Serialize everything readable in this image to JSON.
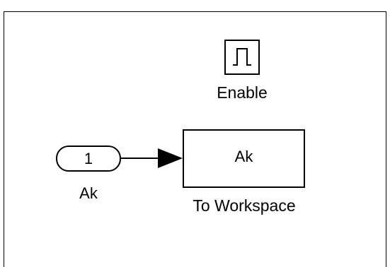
{
  "enable_block": {
    "label": "Enable",
    "icon": "pulse-icon"
  },
  "inport_block": {
    "port_number": "1",
    "label": "Ak"
  },
  "to_workspace_block": {
    "variable": "Ak",
    "label": "To Workspace"
  },
  "colors": {
    "line": "#000000",
    "background": "#ffffff"
  }
}
